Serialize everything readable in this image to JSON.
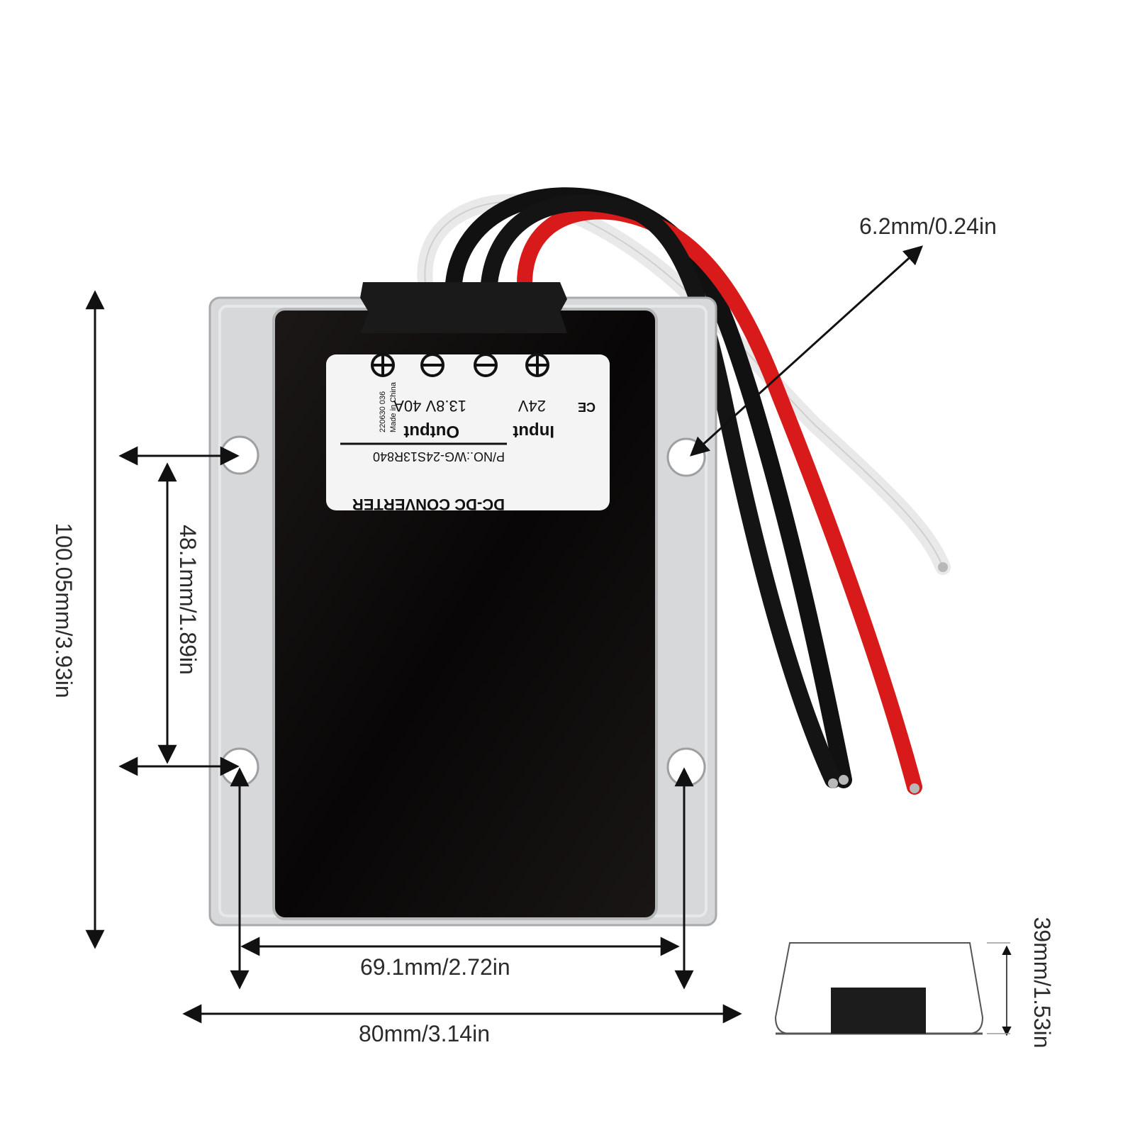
{
  "dimensions": {
    "cable_diameter": "6.2mm/0.24in",
    "total_length": "100.05mm/3.93in",
    "hole_spacing_vertical": "48.1mm/1.89in",
    "hole_spacing_horizontal": "69.1mm/2.72in",
    "total_width": "80mm/3.14in",
    "height": "39mm/1.53in"
  },
  "label": {
    "title": "DC-DC CONVERTER",
    "part_number": "P/NO.:WG-24S13R840",
    "input_title": "Input",
    "input_value": "24V",
    "output_title": "Output",
    "output_value": "13.8V 40A",
    "batch": "220630  036",
    "origin": "Made in China",
    "mark": "CE"
  },
  "colors": {
    "housing": "#d6d8da",
    "potting": "#0d0b0b",
    "wire_red": "#d81a1a",
    "wire_black": "#111111",
    "wire_white": "#f2f2f2"
  }
}
